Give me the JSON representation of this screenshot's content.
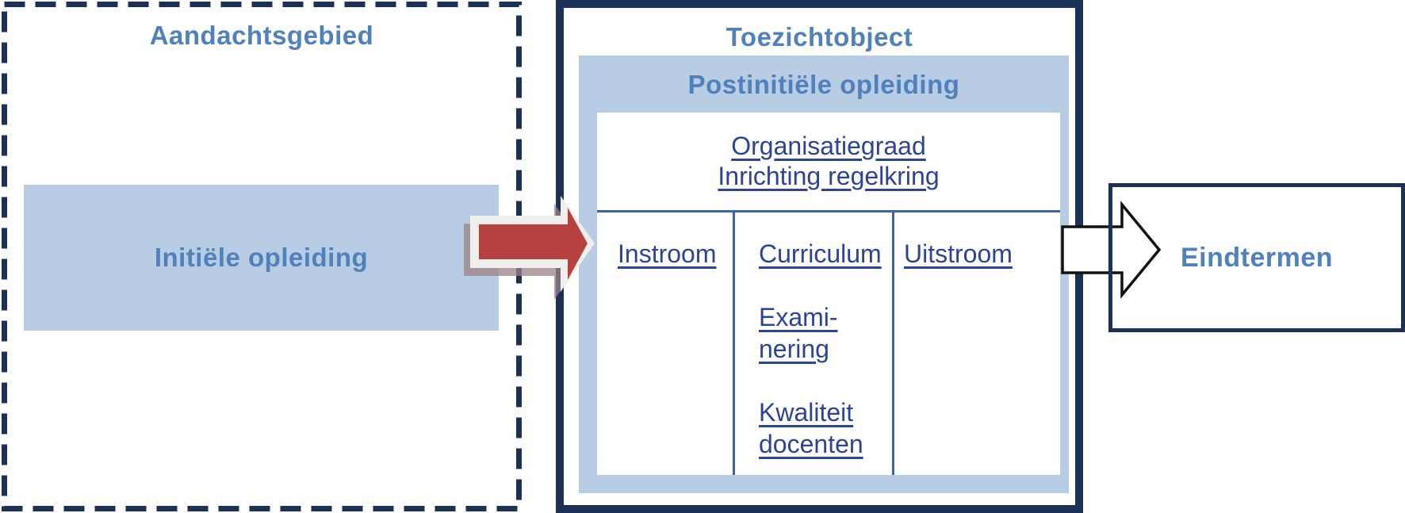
{
  "colors": {
    "navy_border": "#1b3158",
    "light_blue_fill": "#b8cce4",
    "heading_blue": "#4f81bd",
    "link_navy": "#2d4496",
    "divider_blue": "#3f62ae",
    "arrow_red": "#b5423f",
    "arrow_red_outline": "#f1efec",
    "arrow_red_shadow": "#9c8287",
    "arrow_white_outline": "#111111"
  },
  "left_panel": {
    "title": "Aandachtsgebied",
    "box_label": "Initiële opleiding"
  },
  "middle_panel": {
    "title": "Toezichtobject",
    "band_label": "Postinitiële opleiding",
    "top_section_lines": [
      "Organisatiegraad",
      "Inrichting regelkring"
    ],
    "columns": [
      {
        "lines": [
          "Instroom"
        ]
      },
      {
        "lines": [
          "Curriculum",
          "",
          "Exami-",
          "nering",
          "",
          "Kwaliteit",
          "docenten"
        ]
      },
      {
        "lines": [
          "Uitstroom"
        ]
      }
    ]
  },
  "right_panel": {
    "title": "Eindtermen"
  }
}
